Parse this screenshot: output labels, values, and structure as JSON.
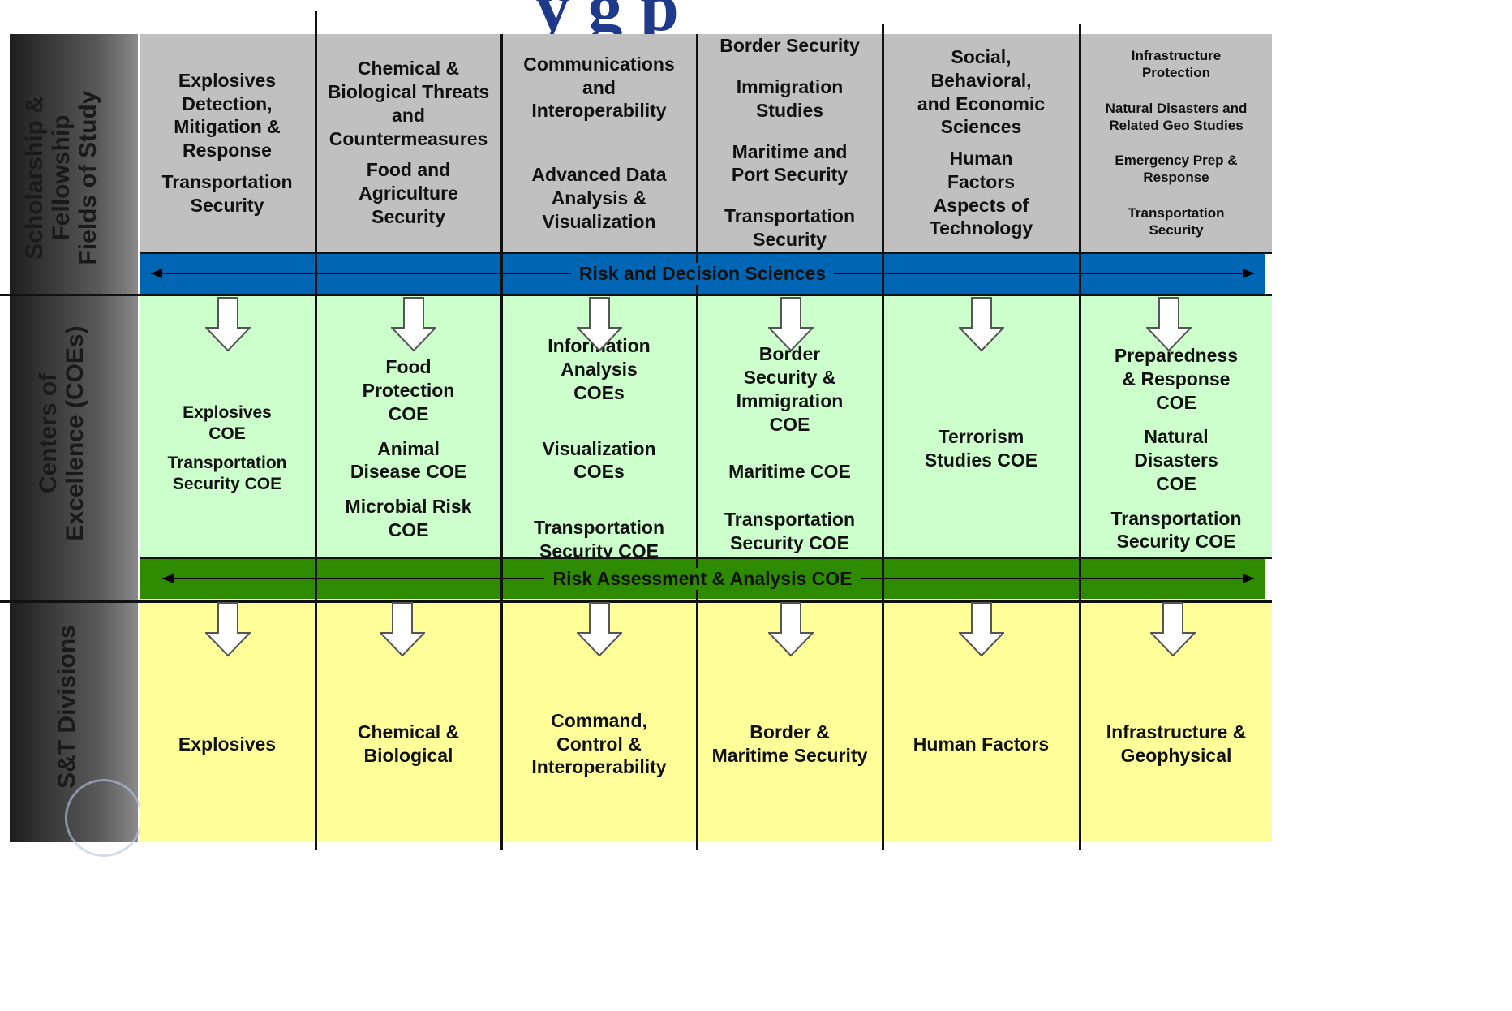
{
  "header": {
    "title_fragment": "y    g     p"
  },
  "sidebar": {
    "labels": [
      "Scholarship &\nFellowship\nFields of Study",
      "Centers of\nExcellence (COEs)",
      "S&T Divisions"
    ]
  },
  "fields": [
    [
      "Explosives\nDetection,\nMitigation &\nResponse",
      "Transportation\nSecurity"
    ],
    [
      "Chemical &\nBiological Threats\nand\nCountermeasures",
      "Food and\nAgriculture\nSecurity"
    ],
    [
      "Communications\nand\nInteroperability",
      "Advanced Data\nAnalysis &\nVisualization"
    ],
    [
      "Border Security",
      "Immigration\nStudies",
      "Maritime and\nPort Security",
      "Transportation\nSecurity"
    ],
    [
      "Social,\nBehavioral,\nand Economic\nSciences",
      "Human\nFactors\nAspects of\nTechnology"
    ],
    [
      "Infrastructure\nProtection",
      "Natural Disasters and\nRelated Geo Studies",
      "Emergency Prep &\nResponse",
      "Transportation\nSecurity"
    ]
  ],
  "risk_decision_band": "Risk and Decision Sciences",
  "coes": [
    [
      "Explosives\nCOE",
      "Transportation\nSecurity COE"
    ],
    [
      "Food\nProtection\nCOE",
      "Animal\nDisease COE",
      "Microbial Risk\nCOE"
    ],
    [
      "Information\nAnalysis\nCOEs",
      "Visualization\nCOEs",
      "Transportation\nSecurity COE"
    ],
    [
      "Border\nSecurity &\nImmigration\nCOE",
      "Maritime COE",
      "Transportation\nSecurity COE"
    ],
    [
      "Terrorism\nStudies COE"
    ],
    [
      "Preparedness\n& Response\nCOE",
      "Natural\nDisasters\nCOE",
      "Transportation\nSecurity COE"
    ]
  ],
  "risk_assessment_band": "Risk Assessment & Analysis COE",
  "divisions": [
    "Explosives",
    "Chemical &\nBiological",
    "Command,\nControl &\nInteroperability",
    "Border &\nMaritime Security",
    "Human Factors",
    "Infrastructure &\nGeophysical"
  ],
  "colors": {
    "fields_row": "#c0c0c0",
    "coe_row": "#ccffcc",
    "division_row": "#ffff99",
    "risk_decision_band": "#0066b3",
    "risk_assessment_band": "#2e8b00",
    "title": "#1f3a8a"
  }
}
